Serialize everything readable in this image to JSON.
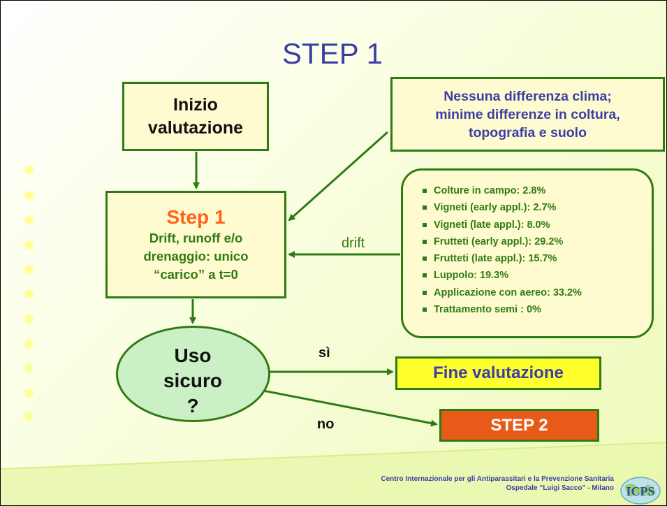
{
  "title": "STEP 1",
  "start_box": {
    "line1": "Inizio",
    "line2": "valutazione"
  },
  "condition_box": {
    "line1": "Nessuna differenza clima;",
    "line2": "minime differenze in coltura,",
    "line3": "topografia e suolo"
  },
  "step_box": {
    "title": "Step 1",
    "line1": "Drift, runoff e/o",
    "line2": "drenaggio: unico",
    "line3": "“carico” a t=0"
  },
  "drift_label": "drift",
  "drift_values": [
    "Colture in campo: 2.8%",
    "Vigneti (early appl.): 2.7%",
    "Vigneti (late appl.): 8.0%",
    "Frutteti (early appl.): 29.2%",
    "Frutteti (late appl.): 15.7%",
    "Luppolo: 19.3%",
    "Applicazione con aereo: 33.2%",
    "Trattamento semi : 0%"
  ],
  "decision": {
    "line1": "Uso",
    "line2": "sicuro",
    "line3": "?"
  },
  "yes_label": "sì",
  "no_label": "no",
  "end_box": "Fine valutazione",
  "step2_box": "STEP 2",
  "footer": {
    "line1": "Centro Internazionale per gli Antiparassitari e la Prevenzione Sanitaria",
    "line2": "Ospedale “Luigi Sacco” - Milano"
  },
  "logo_text": "ICPS",
  "colors": {
    "arrow_green": "#2f7b13",
    "box_fill": "#fffbd0",
    "title_blue": "#3b3fa5",
    "step_orange": "#ff6319",
    "end_yellow": "#ffff2e",
    "step2_orange": "#e85a18",
    "decision_fill": "#ccf0c6"
  }
}
